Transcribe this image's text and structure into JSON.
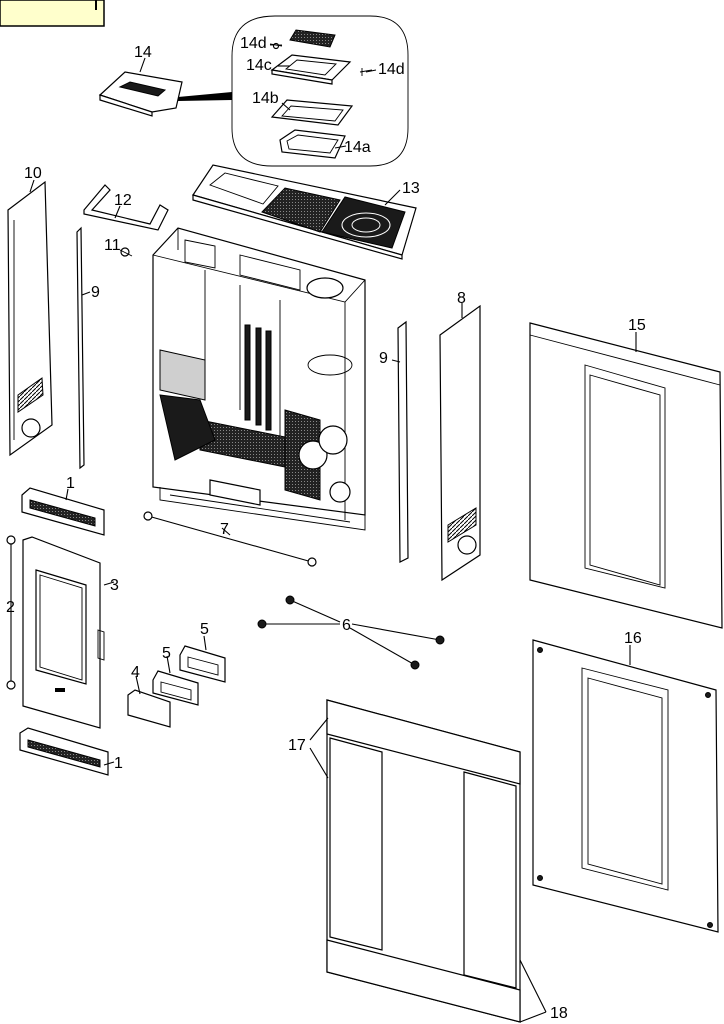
{
  "labels": {
    "p14": "14",
    "p14d_top": "14d",
    "p14c": "14c",
    "p14d_right": "14d",
    "p14b": "14b",
    "p14a": "14a",
    "p10": "10",
    "p12": "12",
    "p13": "13",
    "p11": "11",
    "p9_left": "9",
    "p9_right": "9",
    "p8": "8",
    "p15": "15",
    "p1_top": "1",
    "p7": "7",
    "p2": "2",
    "p3": "3",
    "p6": "6",
    "p5_a": "5",
    "p5_b": "5",
    "p4": "4",
    "p16": "16",
    "p1_bottom": "1",
    "p17": "17",
    "p18": "18"
  }
}
